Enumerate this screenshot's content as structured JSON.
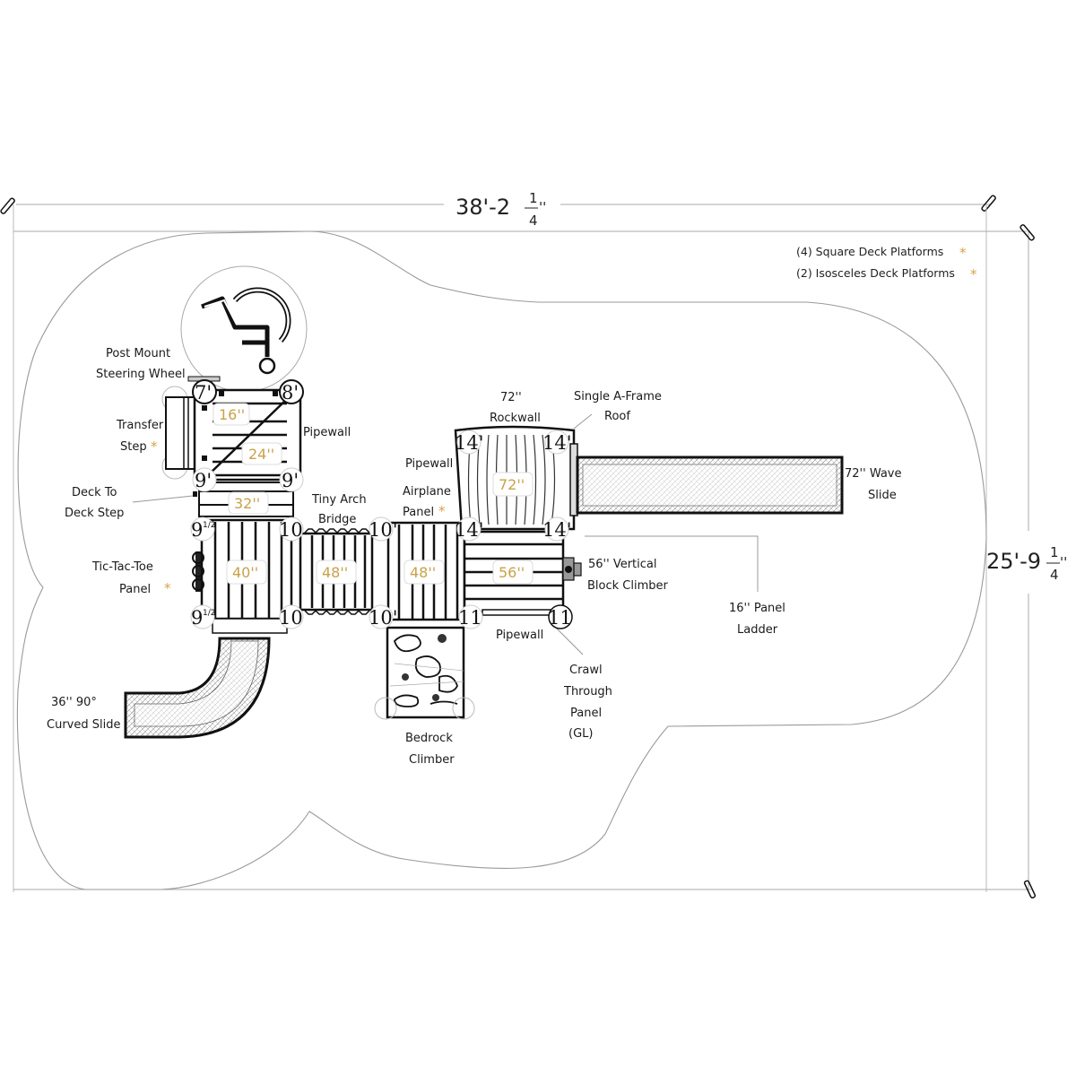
{
  "dimensions": {
    "width": {
      "feet": "38'-2",
      "num": "1",
      "den": "4",
      "inch": "''"
    },
    "height": {
      "feet": "25'-9",
      "num": "1",
      "den": "4",
      "inch": "''"
    }
  },
  "notes": [
    {
      "text": "(4) Square Deck Platforms",
      "marker": "*"
    },
    {
      "text": "(2) Isosceles Deck Platforms",
      "marker": "*"
    }
  ],
  "colors": {
    "deck_label": "#c9a24a",
    "marker": "#d8a24a",
    "line": "#111111",
    "outline": "#9a9a9a"
  },
  "accessibility_icon": "wheelchair-icon",
  "posts": {
    "p7": "7'",
    "p8": "8'",
    "p9a": "9'",
    "p9b": "9'",
    "p95a": "9",
    "p95b": "9",
    "half": "1/2",
    "p10a": "10",
    "p10b": "10",
    "p10c": "10'",
    "p10d": "10'",
    "p11a": "11",
    "p11b": "11",
    "p14a": "14'",
    "p14b": "14'",
    "p14c": "14'",
    "p14d": "14'"
  },
  "decks": {
    "d16": "16''",
    "d24": "24''",
    "d32": "32''",
    "d40": "40''",
    "d48a": "48''",
    "d48b": "48''",
    "d72": "72''",
    "d56": "56''"
  },
  "components": {
    "steering_wheel": [
      "Post Mount",
      "Steering Wheel"
    ],
    "transfer_step": [
      "Transfer",
      "Step"
    ],
    "deck_step": [
      "Deck To",
      "Deck Step"
    ],
    "pipewall_top": [
      "Pipewall"
    ],
    "tiny_arch": [
      "Tiny Arch",
      "Bridge"
    ],
    "tic_tac_toe": [
      "Tic-Tac-Toe",
      "Panel"
    ],
    "airplane": [
      "Airplane",
      "Panel"
    ],
    "pipewall_mid": [
      "Pipewall"
    ],
    "rockwall": [
      "72''",
      "Rockwall"
    ],
    "aframe": [
      "Single A-Frame",
      "Roof"
    ],
    "wave_slide": [
      "72'' Wave",
      "Slide"
    ],
    "block_climber": [
      "56'' Vertical",
      "Block Climber"
    ],
    "panel_ladder": [
      "16'' Panel",
      "Ladder"
    ],
    "pipewall_bottom": [
      "Pipewall"
    ],
    "crawl_through": [
      "Crawl",
      "Through",
      "Panel",
      "(GL)"
    ],
    "curved_slide": [
      "36'' 90°",
      "Curved Slide"
    ],
    "bedrock": [
      "Bedrock",
      "Climber"
    ]
  }
}
